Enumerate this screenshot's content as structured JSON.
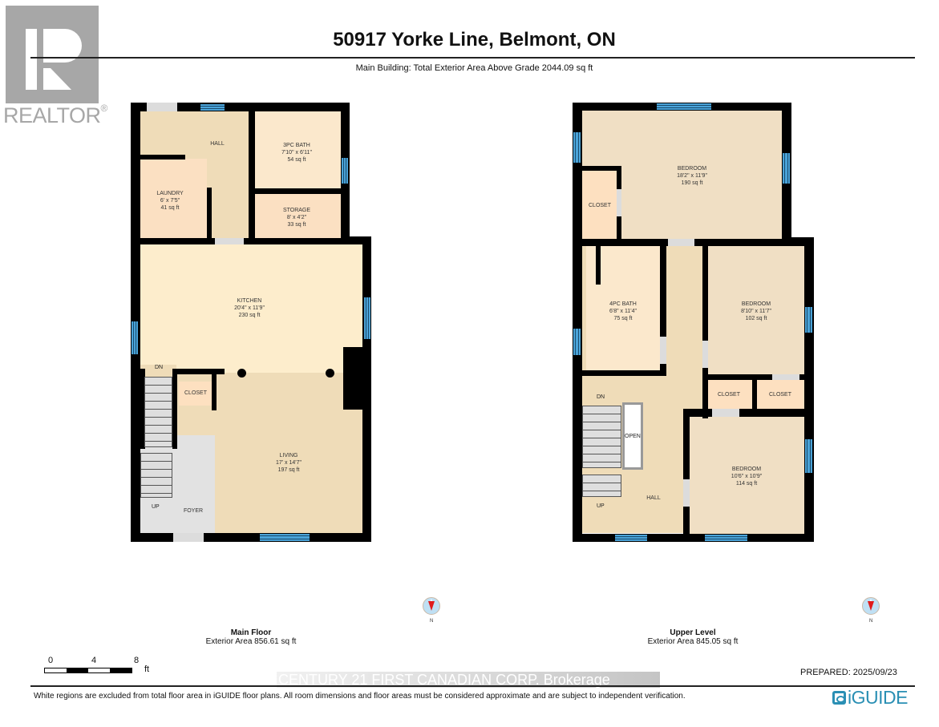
{
  "logo": {
    "brand": "REALTOR",
    "registered": "®",
    "icon": "realtor-r-icon",
    "color": "#a7a7a7"
  },
  "header": {
    "title": "50917 Yorke Line, Belmont, ON",
    "subtitle": "Main Building: Total Exterior Area Above Grade 2044.09 sq ft"
  },
  "floors": {
    "main": {
      "name": "Main Floor",
      "area": "Exterior Area 856.61 sq ft",
      "rooms": {
        "hall": {
          "name": "HALL"
        },
        "bath": {
          "name": "3PC BATH",
          "dims": "7'10\" x 6'11\"",
          "area": "54 sq ft"
        },
        "laundry": {
          "name": "LAUNDRY",
          "dims": "6' x 7'5\"",
          "area": "41 sq ft"
        },
        "storage": {
          "name": "STORAGE",
          "dims": "8' x 4'2\"",
          "area": "33 sq ft"
        },
        "kitchen": {
          "name": "KITCHEN",
          "dims": "20'4\" x 11'9\"",
          "area": "230 sq ft"
        },
        "closet": {
          "name": "CLOSET"
        },
        "living": {
          "name": "LIVING",
          "dims": "17' x 14'7\"",
          "area": "197 sq ft"
        },
        "foyer": {
          "name": "FOYER"
        }
      },
      "stairs": {
        "down": "DN",
        "up": "UP"
      }
    },
    "upper": {
      "name": "Upper Level",
      "area": "Exterior Area 845.05 sq ft",
      "rooms": {
        "bedroom1": {
          "name": "BEDROOM",
          "dims": "18'2\" x 11'9\"",
          "area": "190 sq ft"
        },
        "closet1": {
          "name": "CLOSET"
        },
        "bath": {
          "name": "4PC BATH",
          "dims": "6'8\" x 11'4\"",
          "area": "75 sq ft"
        },
        "bedroom2": {
          "name": "BEDROOM",
          "dims": "8'10\" x 11'7\"",
          "area": "102 sq ft"
        },
        "closet2": {
          "name": "CLOSET"
        },
        "closet3": {
          "name": "CLOSET"
        },
        "bedroom3": {
          "name": "BEDROOM",
          "dims": "10'6\" x 10'9\"",
          "area": "114 sq ft"
        },
        "hall": {
          "name": "HALL"
        },
        "open": {
          "name": "OPEN"
        }
      },
      "stairs": {
        "down": "DN",
        "up": "UP"
      }
    }
  },
  "compass": {
    "label": "N",
    "icon": "compass-icon"
  },
  "scale": {
    "ticks": [
      "0",
      "4",
      "8"
    ],
    "unit": "ft"
  },
  "footer": {
    "watermark": "CENTURY 21 FIRST CANADIAN CORP. Brokerage",
    "prepared": "PREPARED: 2025/09/23",
    "disclaimer": "White regions are excluded from total floor area in iGUIDE floor plans. All room dimensions and floor areas must be considered approximate and are subject to independent verification.",
    "brand": "iGUIDE",
    "brand_color": "#2a8fb4"
  },
  "colors": {
    "wall": "#000000",
    "window": "#4aa3d8",
    "hall": "#efdcb8",
    "kitchen": "#fdedcc",
    "closet": "#fde0c0",
    "foyer": "#e2e2e2"
  }
}
